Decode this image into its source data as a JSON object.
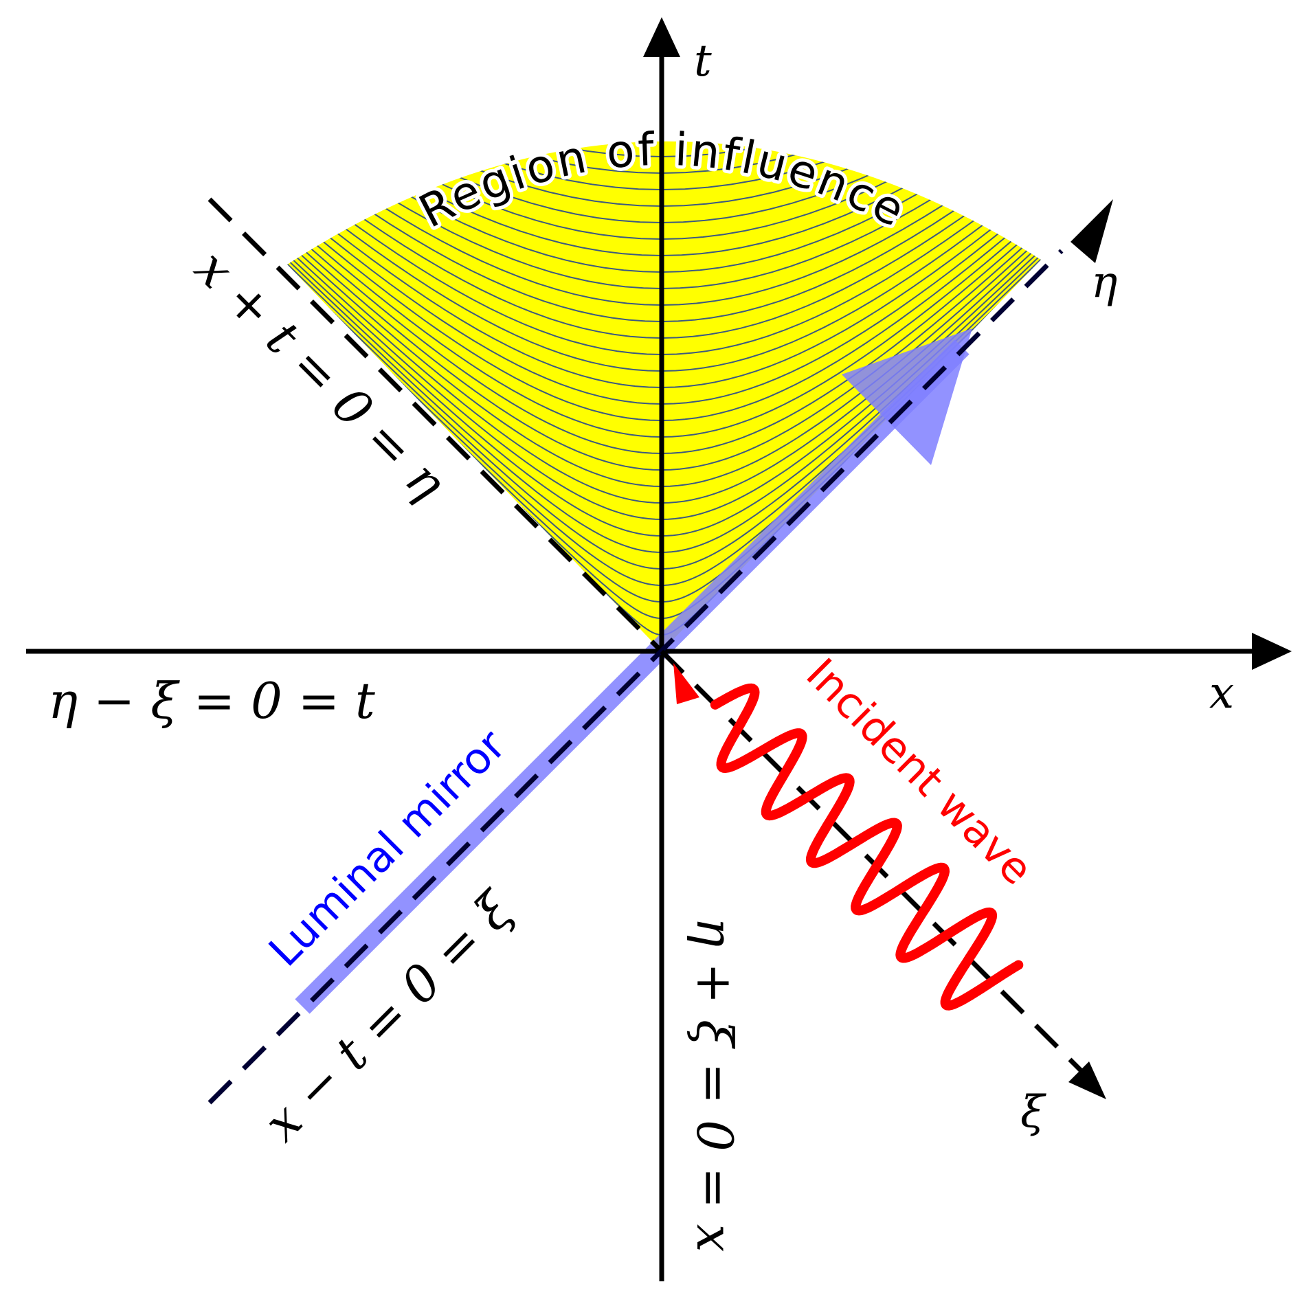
{
  "axes": {
    "t": "t",
    "x": "x",
    "eta": "η",
    "xi": "ξ"
  },
  "equations": {
    "x_plus_t": "x + t = 0 = η",
    "eta_minus_xi": "η − ξ = 0 = t",
    "x_minus_t": "x − t = 0 = ξ",
    "eta_plus_xi": "η + ξ = 0 = x"
  },
  "labels": {
    "region": "Region of influence",
    "mirror": "Luminal mirror",
    "wave": "Incident wave"
  },
  "colors": {
    "region_fill": "#ffff00",
    "contour": "#3d5a80",
    "mirror": "#7f7fff",
    "mirror_text": "#0000ff",
    "wave": "#ff0000",
    "axis": "#000000",
    "dash_line": "#000033"
  }
}
